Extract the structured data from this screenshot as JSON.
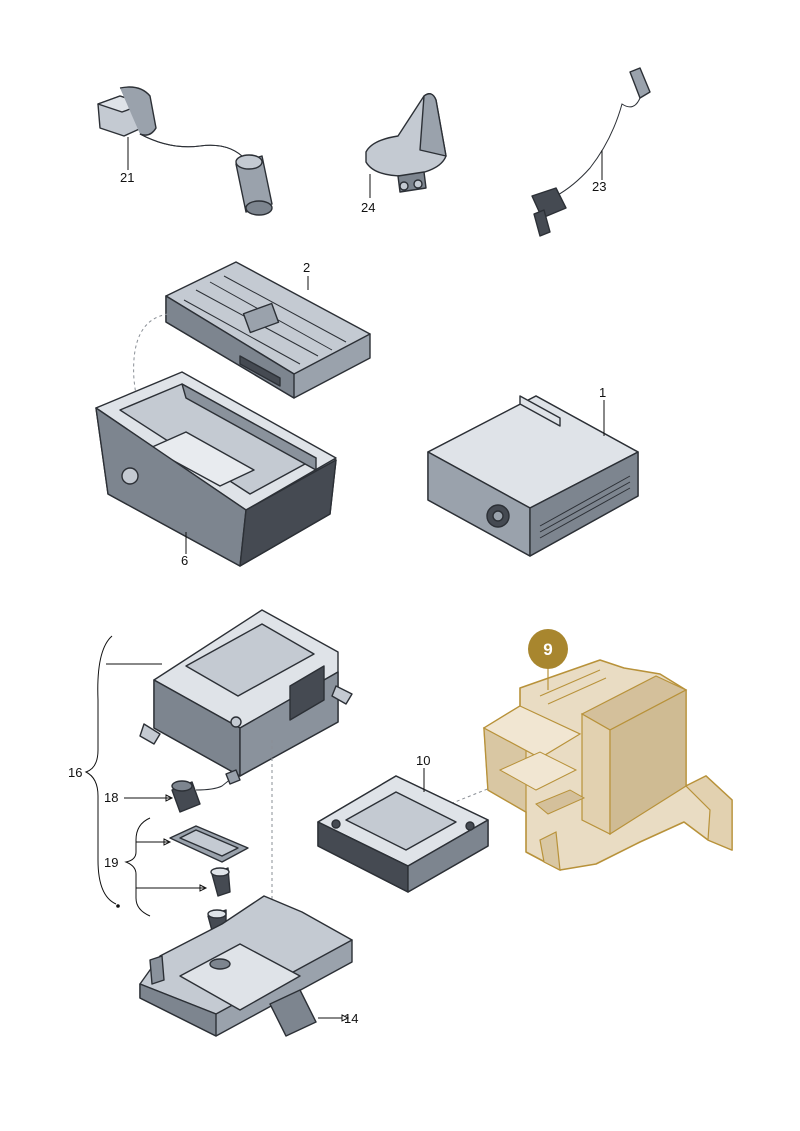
{
  "labels": {
    "p1": "1",
    "p2": "2",
    "p6": "6",
    "p9": "9",
    "p10": "10",
    "p14": "14",
    "p16": "16",
    "p18": "18",
    "p19": "19",
    "p21": "21",
    "p23": "23",
    "p24": "24"
  },
  "highlight": {
    "part": "9",
    "badge_color": "#a8862e",
    "fill_color": "#e9dcc3",
    "outline_color": "#b8923a"
  },
  "colors": {
    "part_light": "#dfe3e8",
    "part_mid": "#c4cad2",
    "part_dark": "#9aa2ac",
    "part_black": "#454a52"
  }
}
